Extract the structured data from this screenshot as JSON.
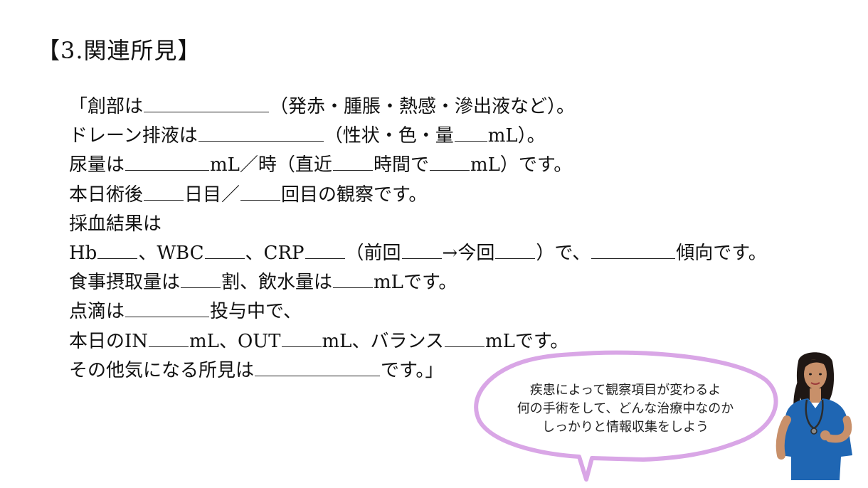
{
  "title": "【3.関連所見】",
  "lines": [
    [
      {
        "t": "「創部は"
      },
      {
        "b": 176
      },
      {
        "t": "（発赤・腫脹・熱感・滲出液など）。"
      }
    ],
    [
      {
        "t": "ドレーン排液は"
      },
      {
        "b": 176
      },
      {
        "t": "（性状・色・量"
      },
      {
        "b": 46
      },
      {
        "t": "mL）。"
      }
    ],
    [
      {
        "t": "尿量は"
      },
      {
        "b": 118
      },
      {
        "t": "mL／時（直近"
      },
      {
        "b": 56
      },
      {
        "t": "時間で"
      },
      {
        "b": 56
      },
      {
        "t": "mL）です。"
      }
    ],
    [
      {
        "t": "本日術後"
      },
      {
        "b": 56
      },
      {
        "t": "日目／"
      },
      {
        "b": 56
      },
      {
        "t": "回目の観察です。"
      }
    ],
    [
      {
        "t": "採血結果は"
      }
    ],
    [
      {
        "t": "Hb"
      },
      {
        "b": 56
      },
      {
        "t": "、WBC"
      },
      {
        "b": 56
      },
      {
        "t": "、CRP"
      },
      {
        "b": 56
      },
      {
        "t": "（前回"
      },
      {
        "b": 56
      },
      {
        "t": "→今回"
      },
      {
        "b": 56
      },
      {
        "t": "）で、"
      },
      {
        "b": 118
      },
      {
        "t": "傾向です。"
      }
    ],
    [
      {
        "t": "食事摂取量は"
      },
      {
        "b": 56
      },
      {
        "t": "割、飲水量は"
      },
      {
        "b": 56
      },
      {
        "t": "mLです。"
      }
    ],
    [
      {
        "t": "点滴は"
      },
      {
        "b": 118
      },
      {
        "t": "投与中で、"
      }
    ],
    [
      {
        "t": "本日のIN"
      },
      {
        "b": 56
      },
      {
        "t": "mL、OUT"
      },
      {
        "b": 56
      },
      {
        "t": "mL、バランス"
      },
      {
        "b": 56
      },
      {
        "t": "mLです。"
      }
    ],
    [
      {
        "t": "その他気になる所見は"
      },
      {
        "b": 176
      },
      {
        "t": "です。」"
      }
    ]
  ],
  "bubble": {
    "lines": [
      "疾患によって観察項目が変わるよ",
      "何の手術をして、どんな治療中なのか",
      "しっかりと情報収集をしよう"
    ],
    "color": "#d9a6e6"
  },
  "colors": {
    "text": "#111111",
    "scrub": "#1f66b3",
    "hair": "#1f1714",
    "skin": "#c8906a"
  },
  "icons": [
    "nurse-illustration",
    "stethoscope-icon"
  ]
}
